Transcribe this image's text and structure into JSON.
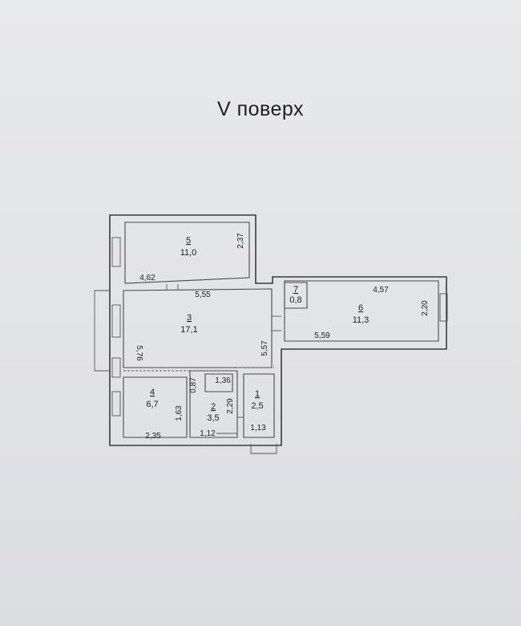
{
  "floor_title": "V поверх",
  "rooms": [
    {
      "id": "room-1",
      "number": "1",
      "area": "2,5"
    },
    {
      "id": "room-2",
      "number": "2",
      "area": "3,5"
    },
    {
      "id": "room-3",
      "number": "3",
      "area": "17,1"
    },
    {
      "id": "room-4",
      "number": "4",
      "area": "6,7"
    },
    {
      "id": "room-5",
      "number": "5",
      "area": "11,0"
    },
    {
      "id": "room-6",
      "number": "6",
      "area": "11,3"
    },
    {
      "id": "room-7",
      "number": "7",
      "area": "0,8"
    }
  ],
  "dimensions": {
    "room5_height": "2,37",
    "room5_width": "4,62",
    "room3_top": "5,55",
    "room3_left": "5,76",
    "room3_right": "5,57",
    "room6_top": "4,57",
    "room6_bottom": "5,59",
    "room6_height": "2,20",
    "room2_top": "1,36",
    "room2_left": "0,87",
    "room2_right": "2,29",
    "room2_bottom": "1,12",
    "room4_right": "1,63",
    "room4_bottom": "2,35",
    "room1_bottom": "1,13"
  },
  "colors": {
    "background": "#e3e4e6",
    "lines": "#3a3a3a"
  }
}
